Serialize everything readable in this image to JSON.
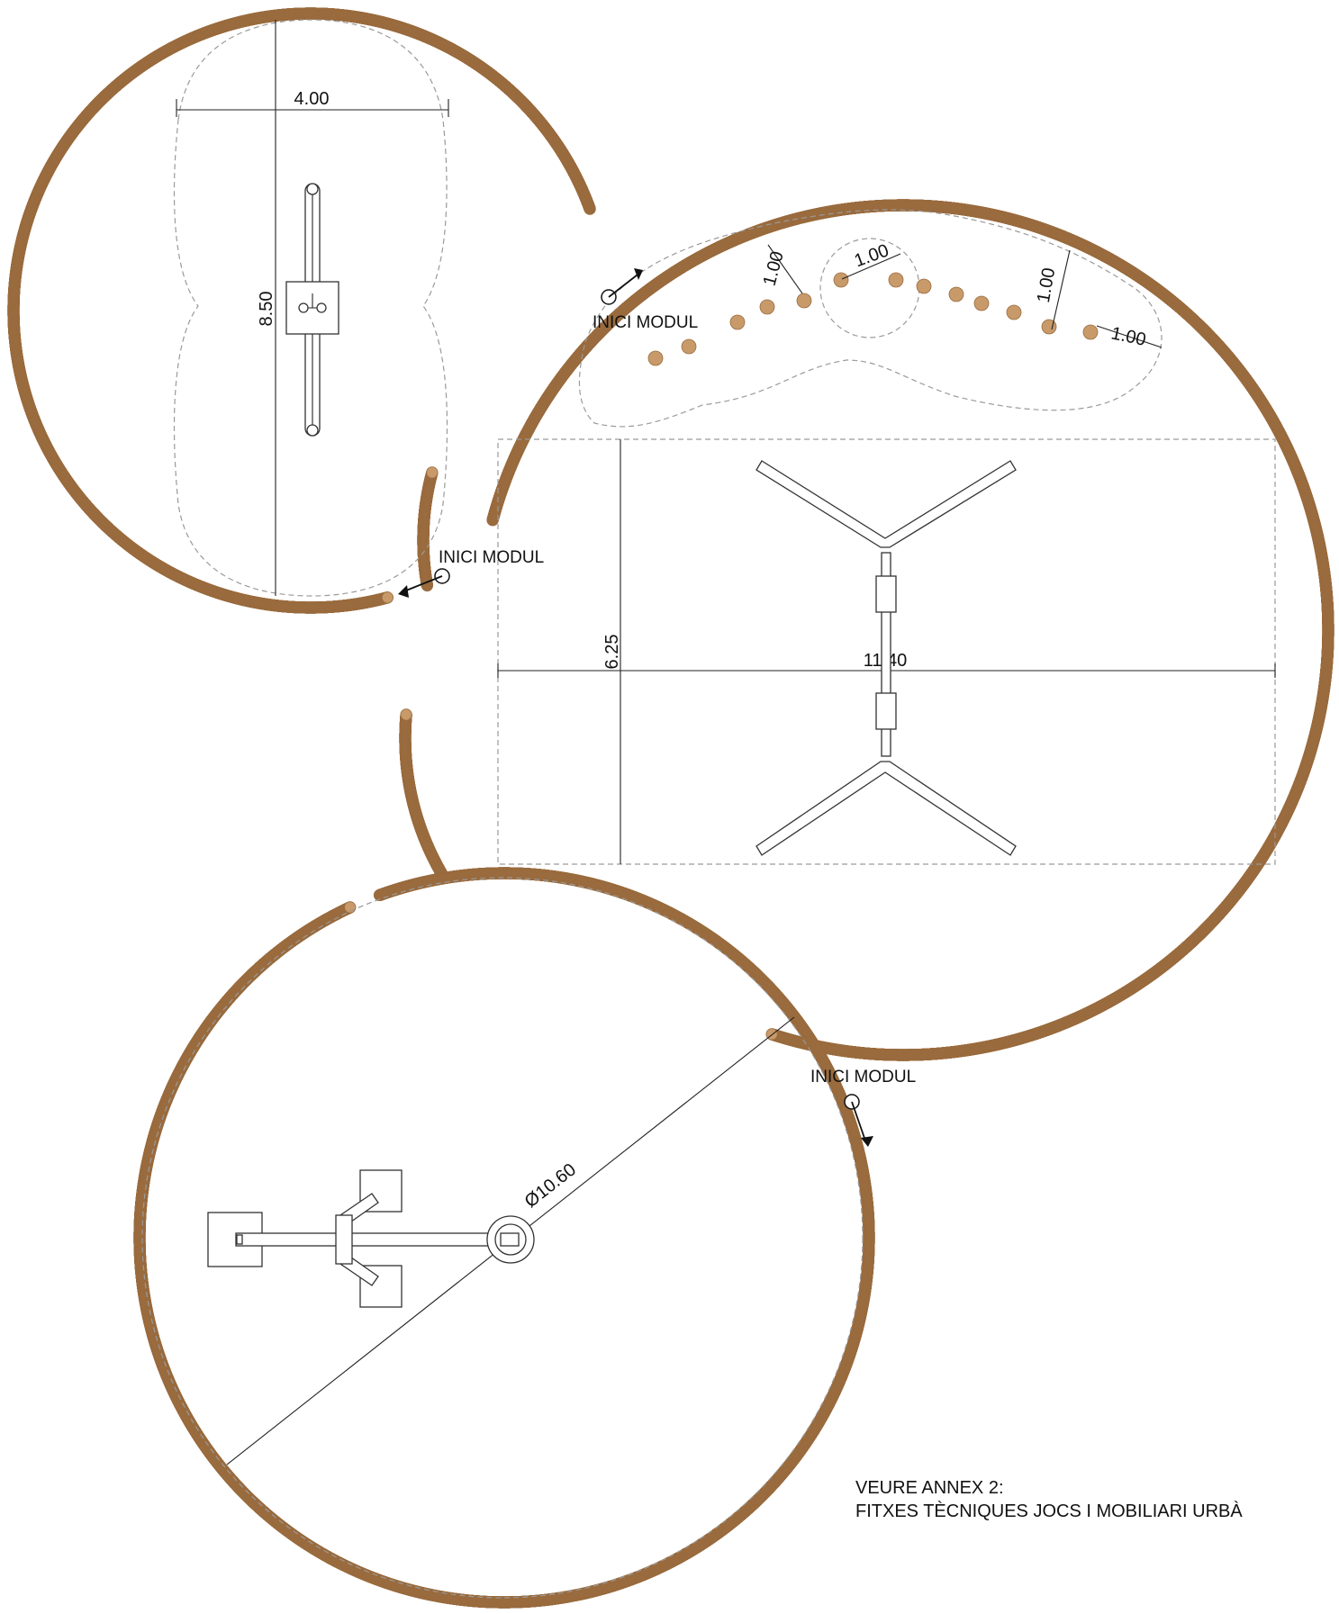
{
  "colors": {
    "bead": "#c89a6a",
    "bead_dark": "#9a6c3f",
    "guide": "#9a9a9a",
    "line": "#222222"
  },
  "dimensions": {
    "swing_width": "4.00",
    "swing_length": "8.50",
    "stepping_spacing_1": "1.00",
    "stepping_spacing_2": "1.00",
    "stepping_spacing_3": "1.00",
    "stepping_spacing_4": "1.00",
    "climber_height": "6.25",
    "climber_width": "11.40",
    "carousel_diameter": "Ø10.60"
  },
  "labels": {
    "start_module_1": "INICI MODUL",
    "start_module_2": "INICI MODUL",
    "start_module_3": "INICI MODUL"
  },
  "note": {
    "line1": "VEURE ANNEX 2:",
    "line2": "FITXES TÈCNIQUES JOCS I MOBILIARI URBÀ"
  }
}
